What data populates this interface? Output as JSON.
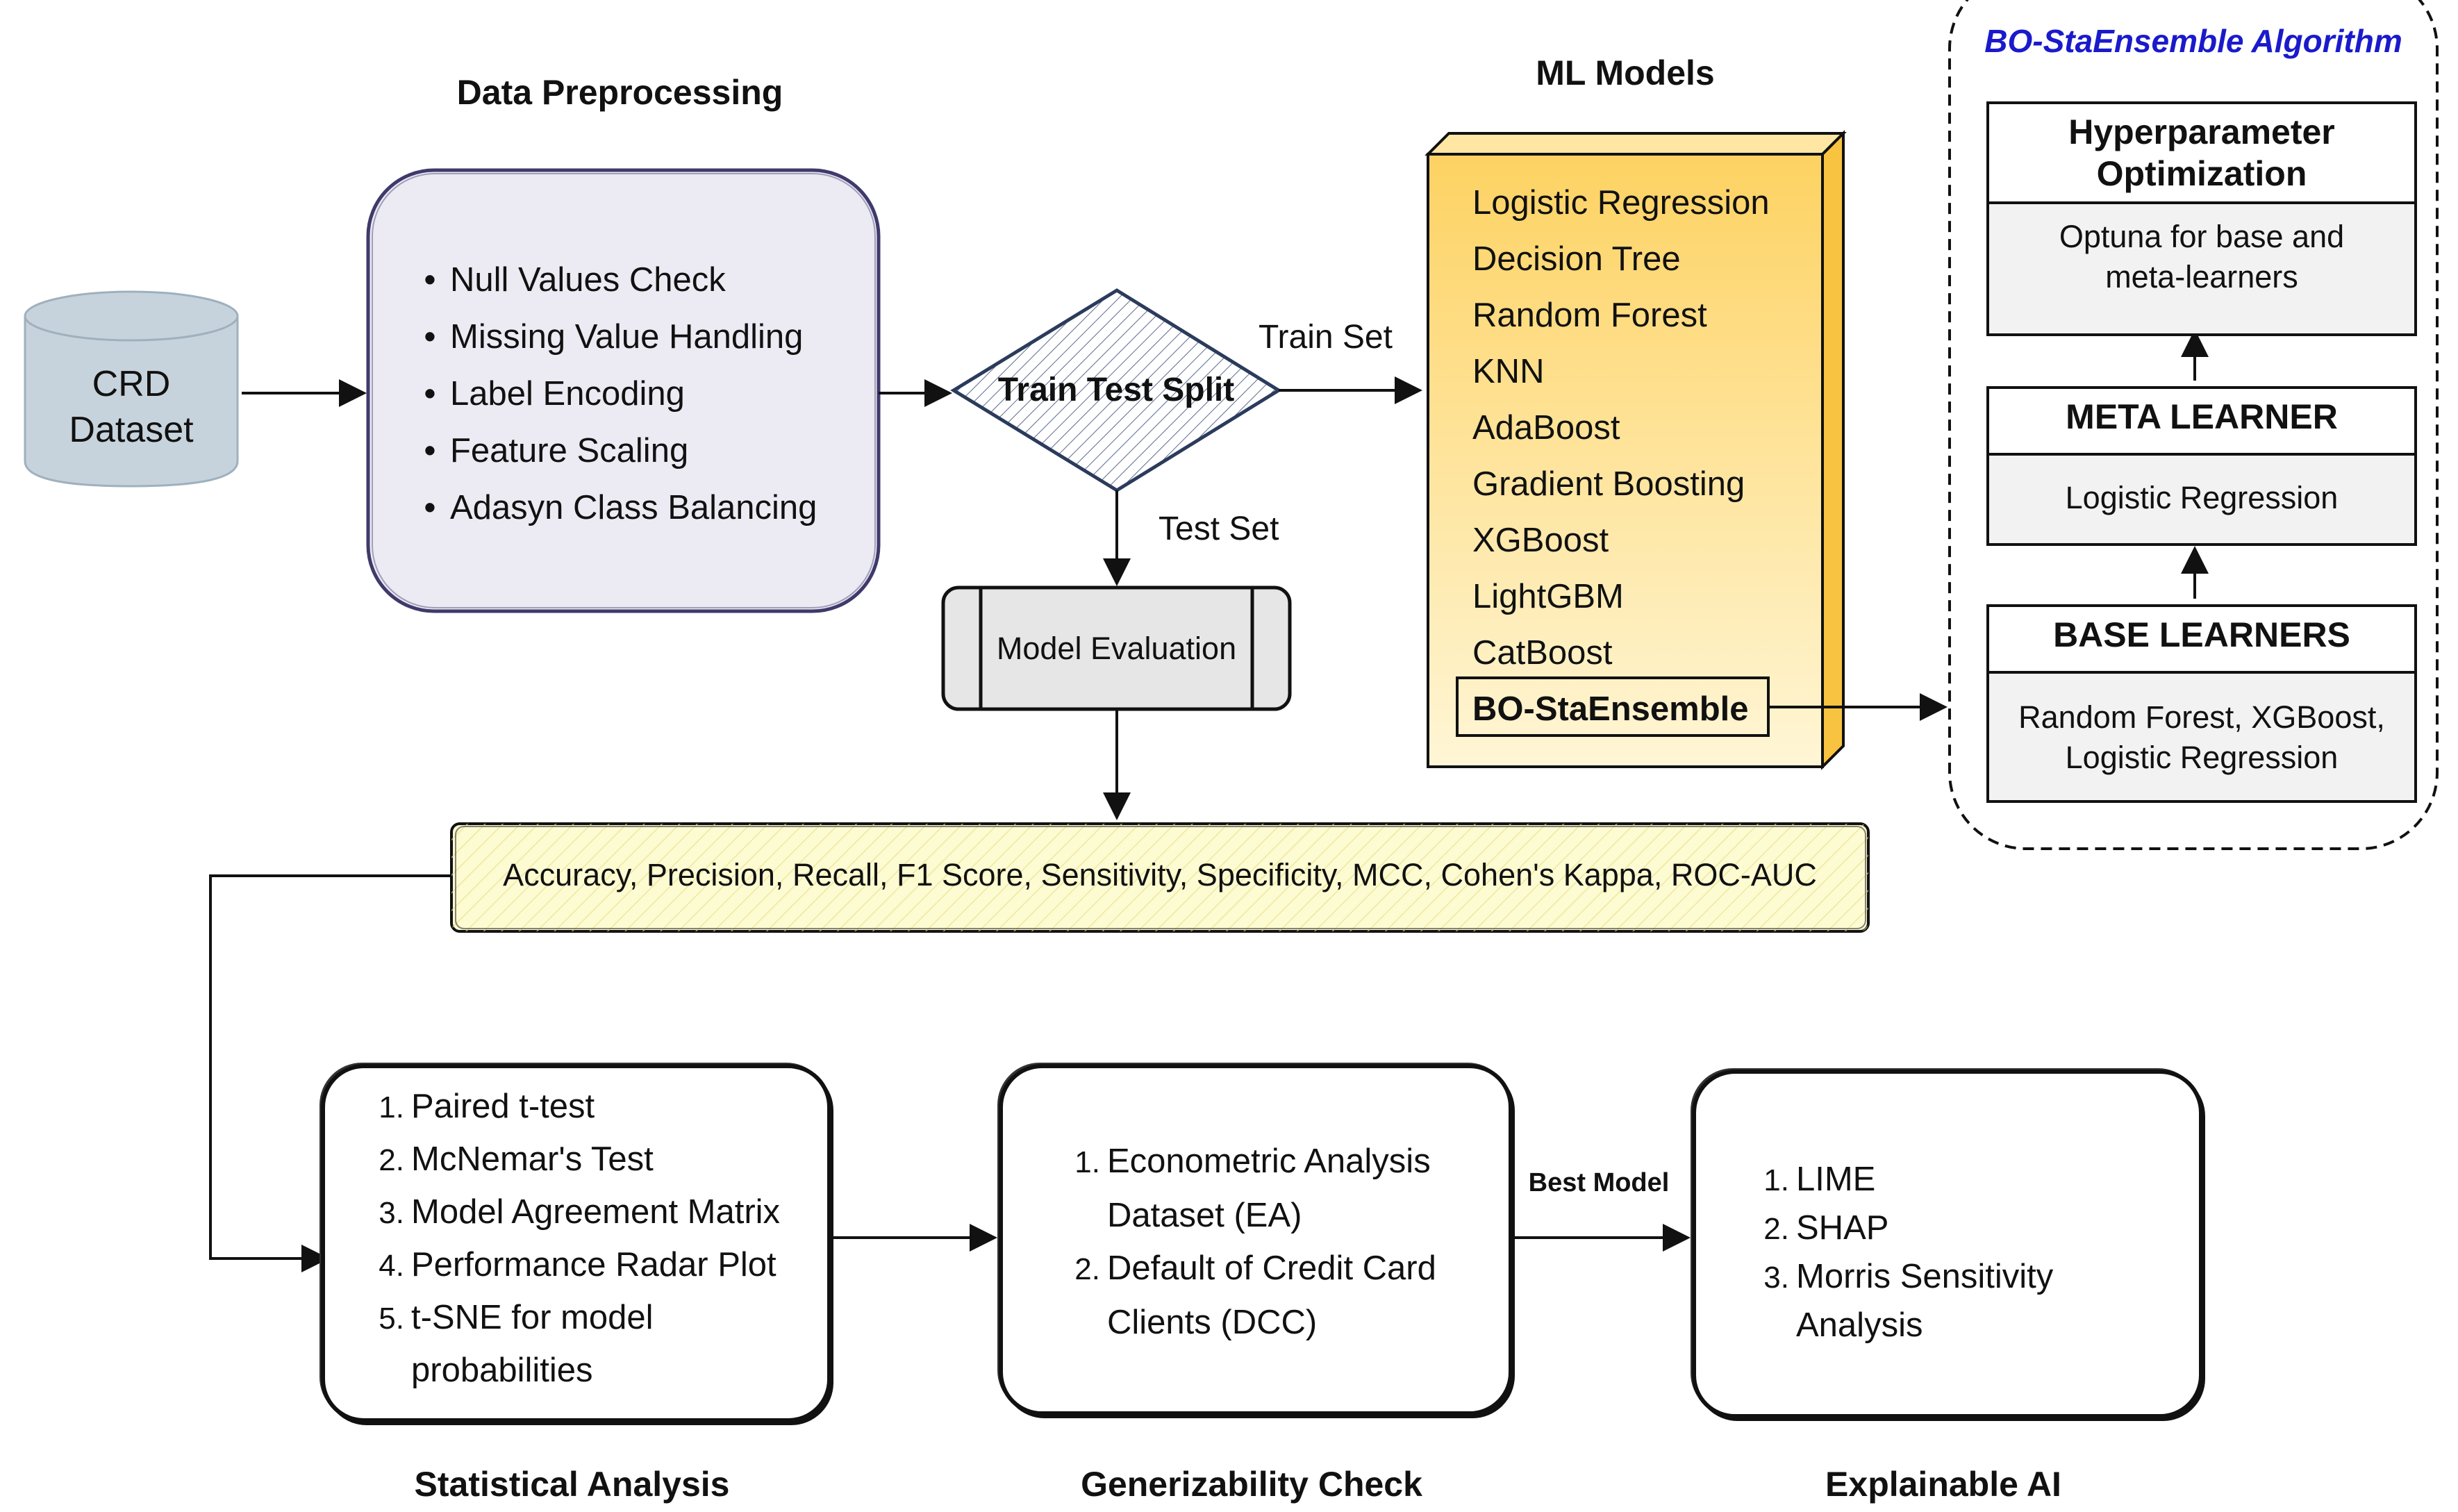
{
  "data_source": {
    "lines": [
      "CRD",
      "Dataset"
    ]
  },
  "preprocessing": {
    "title": "Data Preprocessing",
    "steps": [
      "Null Values Check",
      "Missing Value Handling",
      "Label Encoding",
      "Feature Scaling",
      "Adasyn Class Balancing"
    ]
  },
  "split": {
    "label": "Train Test Split",
    "train_label": "Train Set",
    "test_label": "Test Set"
  },
  "evaluation": {
    "label": "Model Evaluation"
  },
  "metrics": {
    "text": "Accuracy, Precision, Recall, F1 Score, Sensitivity, Specificity, MCC, Cohen's Kappa, ROC-AUC"
  },
  "ml_models": {
    "title": "ML Models",
    "items": [
      "Logistic Regression",
      "Decision Tree",
      "Random Forest",
      "KNN",
      "AdaBoost",
      "Gradient Boosting",
      "XGBoost",
      "LightGBM",
      "CatBoost"
    ],
    "highlighted": "BO-StaEnsemble"
  },
  "algorithm": {
    "title": "BO-StaEnsemble Algorithm",
    "hpo": {
      "head_line1": "Hyperparameter",
      "head_line2": "Optimization",
      "body_line1": "Optuna for base and",
      "body_line2": "meta-learners"
    },
    "meta": {
      "head": "META LEARNER",
      "body": "Logistic Regression"
    },
    "base": {
      "head": "BASE LEARNERS",
      "body_line1": "Random Forest, XGBoost,",
      "body_line2": "Logistic Regression"
    }
  },
  "statistical": {
    "title": "Statistical Analysis",
    "items": [
      {
        "num": "1.",
        "text": "Paired t-test"
      },
      {
        "num": "2.",
        "text": "McNemar's Test"
      },
      {
        "num": "3.",
        "text": "Model Agreement Matrix"
      },
      {
        "num": "4.",
        "text": "Performance Radar Plot"
      },
      {
        "num": "5.",
        "text": "t-SNE for model"
      },
      {
        "num": "",
        "text": "probabilities"
      }
    ]
  },
  "generalizability": {
    "title": "Generizability Check",
    "items": [
      {
        "num": "1.",
        "text": "Econometric Analysis"
      },
      {
        "num": "",
        "text": "Dataset (EA)"
      },
      {
        "num": "2.",
        "text": "Default of Credit Card"
      },
      {
        "num": "",
        "text": "Clients (DCC)"
      }
    ]
  },
  "best_model_label": "Best Model",
  "explainable": {
    "title": "Explainable AI",
    "items": [
      {
        "num": "1.",
        "text": "LIME"
      },
      {
        "num": "2.",
        "text": "SHAP"
      },
      {
        "num": "3.",
        "text": "Morris Sensitivity"
      },
      {
        "num": "",
        "text": "Analysis"
      }
    ]
  },
  "colors": {
    "cylinder": "#c7d3dc",
    "cylinder_stroke": "#9fb0bd",
    "preprocess_fill": "#eceaf2",
    "preprocess_stroke": "#3f3a6b",
    "models_grad_top": "#fdd262",
    "models_grad_bottom": "#fff6d6",
    "metrics_fill": "#fdfbd2",
    "algorithm_title": "#1a1acc",
    "panel_fill": "#f2f2f2"
  }
}
